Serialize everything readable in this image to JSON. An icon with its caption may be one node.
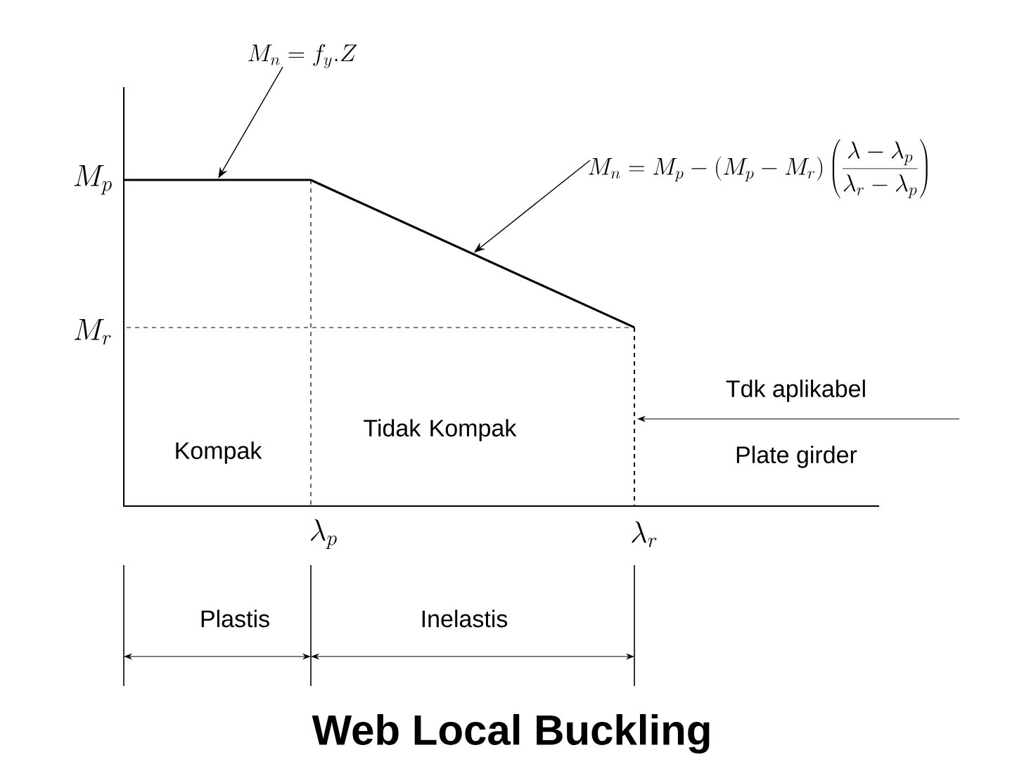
{
  "diagram": {
    "title": "Web Local Buckling",
    "nodes": [
      {
        "text": [
          "M_n = f_y . Z"
        ]
      },
      {
        "text": [
          "M_n = M_p - \\left(M_p - M_r\\right)\\left(\\frac{\\lambda-\\lambda_p}{\\lambda_r-\\lambda_p}\\right)"
        ]
      },
      {
        "text": [],
        "shape": "line"
      },
      {
        "text": [],
        "shape": "line"
      }
    ],
    "edges": [
      {
        "from": 0,
        "to": 2,
        "arrow": "to"
      },
      {
        "from": 1,
        "to": 3,
        "arrow": "to"
      }
    ],
    "labels": [
      "M_p",
      "M_r",
      "Tdk aplikabel",
      "Kompak",
      "Tidak Kompak",
      "Plate girder",
      "\\lambda_p",
      "\\lambda_r",
      "Plastis",
      "Inelastis"
    ]
  }
}
